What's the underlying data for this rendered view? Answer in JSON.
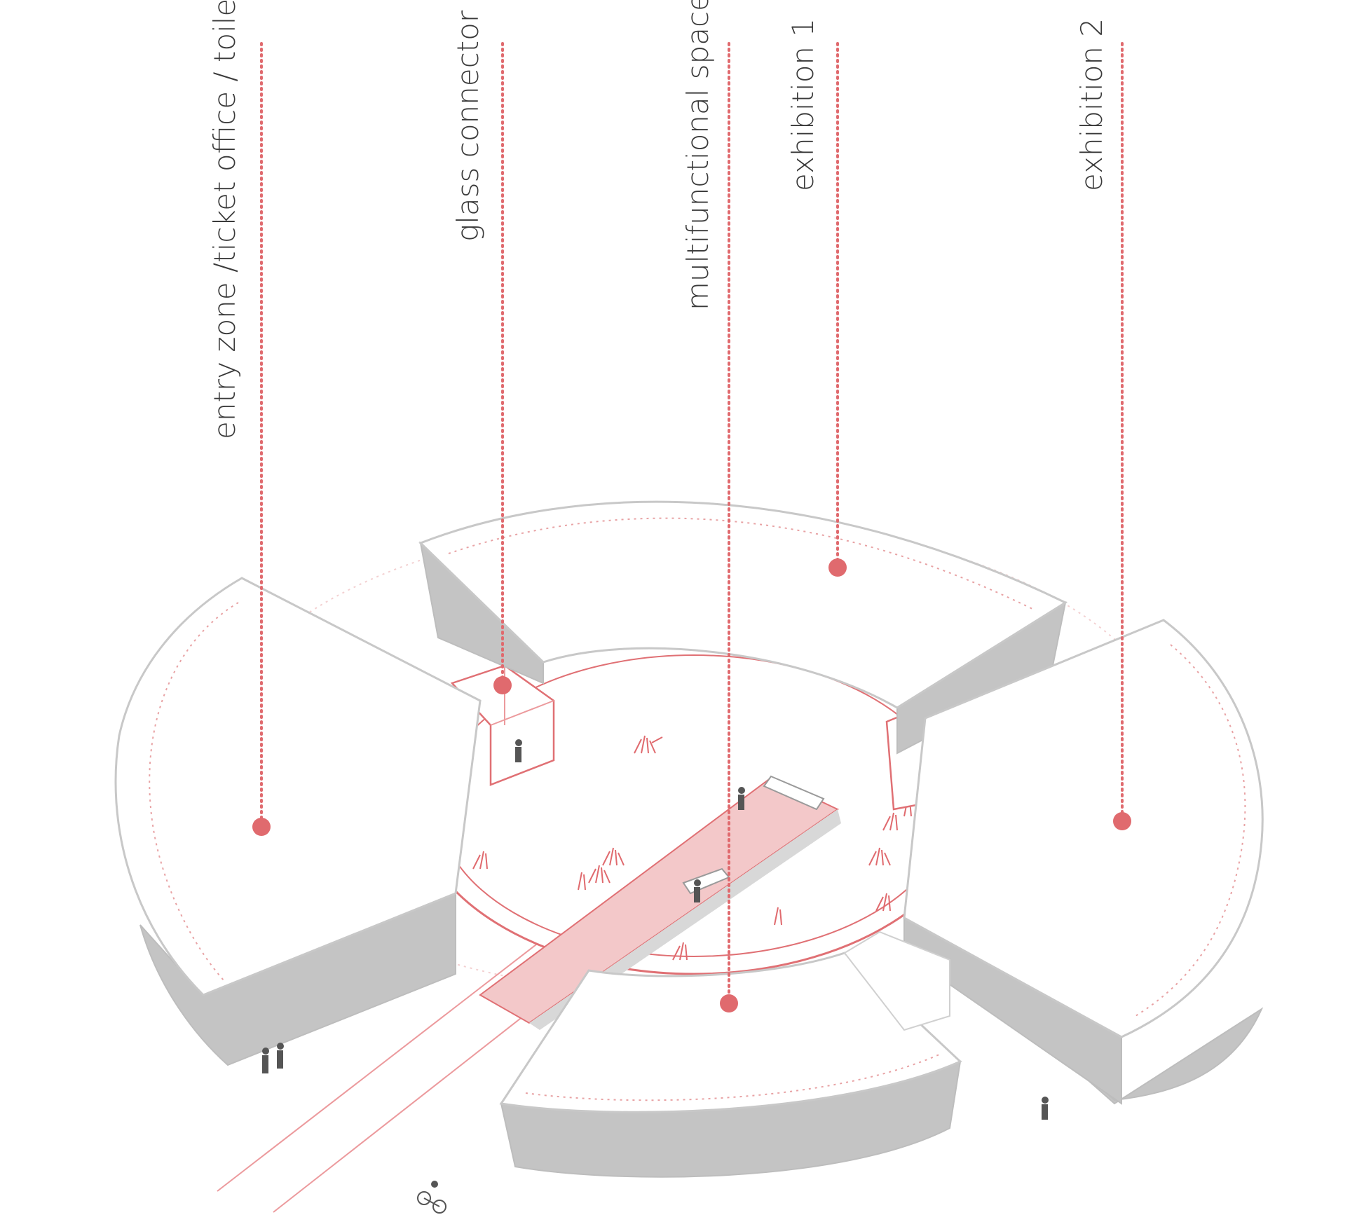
{
  "labels": {
    "entry": "entry zone /ticket office / toilets",
    "glass": "glass connector",
    "multi": "multifunctional space",
    "ex1": "exhibition 1",
    "ex2": "exhibition 2"
  },
  "colors": {
    "accent": "#e06a6e",
    "block_side": "#c4c4c4",
    "block_top": "#ffffff",
    "text": "#3a3a3a"
  },
  "icons": [
    "person-icon",
    "bicycle-icon",
    "plant-icon",
    "bench-icon"
  ]
}
